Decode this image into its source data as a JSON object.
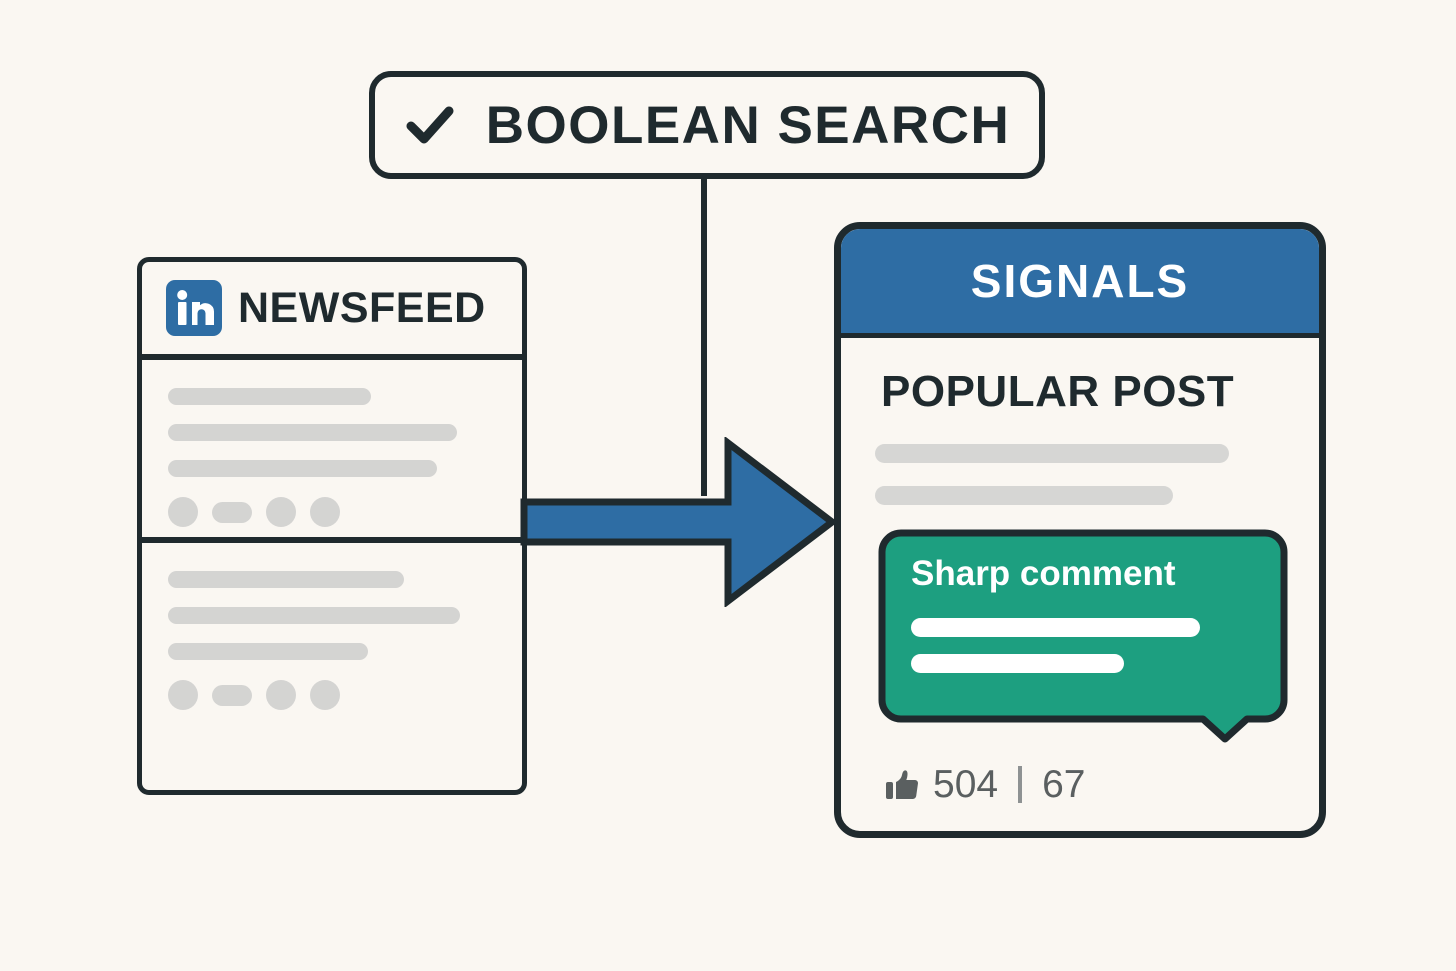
{
  "diagram": {
    "background_color": "#faf7f2",
    "ink_color": "#1f2a2e",
    "accent_blue": "#2e6da4",
    "accent_green": "#1d9f80",
    "skeleton_gray": "#d4d4d2"
  },
  "pill": {
    "label": "BOOLEAN SEARCH",
    "icon": "check-icon"
  },
  "newsfeed": {
    "logo": "linkedin-icon",
    "logo_text": "in",
    "title": "NEWSFEED",
    "blocks": [
      {
        "bars": [
          "62%",
          "88%",
          "82%"
        ],
        "actions": [
          "circle",
          "pill",
          "circle",
          "circle"
        ]
      },
      {
        "bars": [
          "72%",
          "89%",
          "61%"
        ],
        "actions": [
          "circle",
          "pill",
          "circle",
          "circle"
        ]
      }
    ]
  },
  "arrow": {
    "name": "flow-arrow",
    "direction": "right",
    "color": "#2e6da4"
  },
  "signals": {
    "header_title": "SIGNALS",
    "post_title": "POPULAR POST",
    "post_bars": [
      "83%",
      "70%"
    ],
    "comment": {
      "title": "Sharp comment",
      "bars": [
        "84%",
        "62%"
      ],
      "color": "#1d9f80"
    },
    "stats": {
      "like_icon": "thumbs-up-icon",
      "likes": "504",
      "divider": "|",
      "comments": "67"
    }
  }
}
